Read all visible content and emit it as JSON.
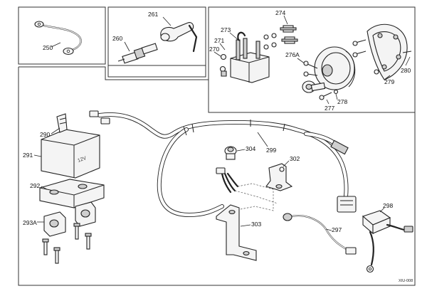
{
  "labels": {
    "p250": "250",
    "p260": "260",
    "p261": "261",
    "p270": "270",
    "p271": "271",
    "p273": "273",
    "p274": "274",
    "p276a": "276A",
    "p277": "277",
    "p278": "278",
    "p279": "279",
    "p280": "280",
    "p290": "290",
    "p291": "291",
    "p292": "292",
    "p293a": "293A",
    "p297": "297",
    "p298": "298",
    "p299": "299",
    "p302": "302",
    "p303": "303",
    "p304": "304"
  },
  "battery_marking": "12V",
  "drawing_code": "XIU-008"
}
